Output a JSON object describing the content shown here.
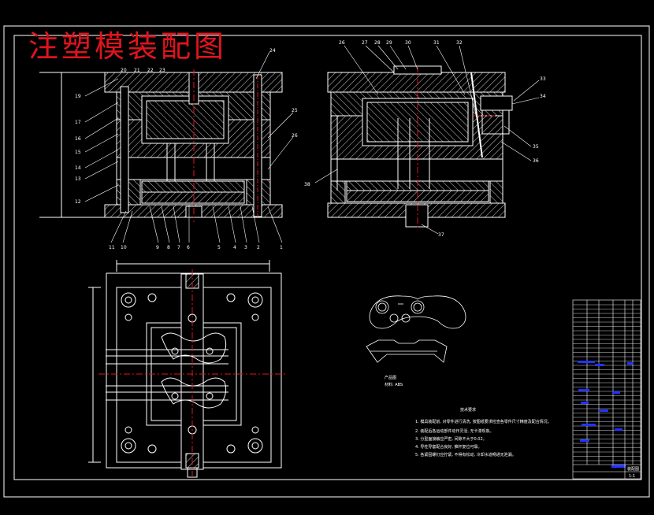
{
  "title": "注塑模装配图",
  "section_left_labels": [
    "19",
    "17",
    "16",
    "15",
    "14",
    "13",
    "12"
  ],
  "section_left_top_labels": [
    "20",
    "21",
    "22",
    "23",
    "24",
    "25",
    "26"
  ],
  "section_left_bottom_labels": [
    "11",
    "10",
    "9",
    "8",
    "7",
    "6",
    "5",
    "4",
    "3",
    "2",
    "1"
  ],
  "section_right_top_labels": [
    "26",
    "27",
    "28",
    "29",
    "30",
    "31",
    "32"
  ],
  "section_right_side_labels": [
    "33",
    "34",
    "35",
    "36"
  ],
  "section_right_left_label": "38",
  "section_right_bottom_label": "37",
  "part_caption_1": "产品图",
  "part_caption_2": "材料: ABS",
  "notes_title": "技术要求",
  "notes": [
    "1. 模具装配前, 对零件进行清洗, 按图纸要求检查各零件尺寸精度及配合情况。",
    "2. 装配后各运动部件动作灵活, 无卡滞现象。",
    "3. 分型面接触应严密, 间隙不大于0.02。",
    "4. 导柱导套配合良好, 推杆复位可靠。",
    "5. 各紧固螺钉应拧紧, 不得有松动, 冷却水道畅通无泄漏。"
  ],
  "title_block": {
    "name": "装配图",
    "scale": "1:1"
  }
}
